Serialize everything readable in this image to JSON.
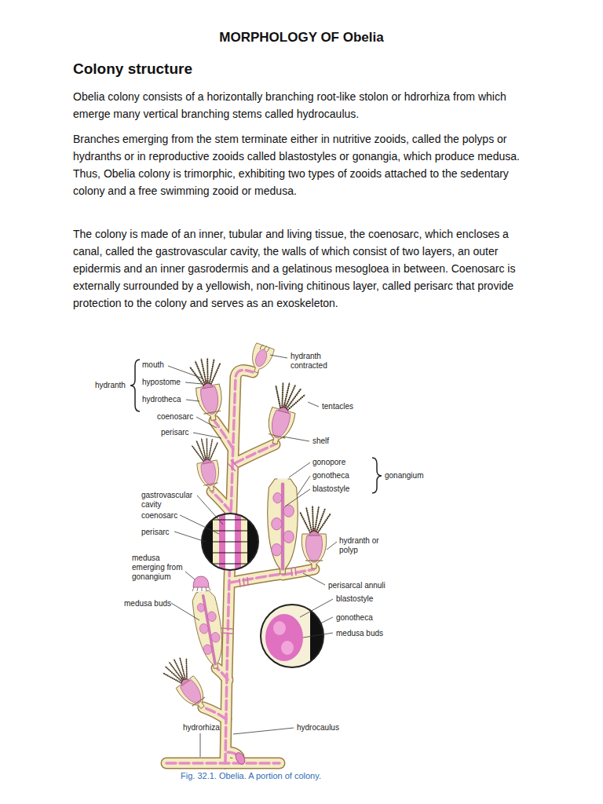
{
  "diagram": {
    "title": "MORPHOLOGY OF Obelia",
    "caption": "Fig. 32.1. Obelia. A portion of colony.",
    "labels": [
      "Colony structure",
      "Obelia colony consists of a horizontally branching root-like stolon or hdrorhiza from which emerge many vertical branching stems called hydrocaulus.",
      "Branches emerging from the stem terminate either in nutritive zooids, called the polyps or hydranths or in reproductive zooids called blastostyles or gonangia, which produce medusa. Thus, Obelia colony is trimorphic, exhibiting two types of zooids attached to the sedentary colony and a free swimming zooid or medusa.",
      "The colony is made of an inner, tubular and living tissue, the coenosarc, which encloses a canal, called the gastrovascular cavity, the walls of which consist of two layers, an outer epidermis and an inner gasrodermis and a gelatinous mesogloea in between. Coenosarc is externally surrounded by a yellowish, non-living chitinous layer, called perisarc that provide protection to the colony and serves as an exoskeleton.",
      "hydranth",
      "mouth",
      "hypostome",
      "hydrotheca",
      "hydranth contracted",
      "tentacles",
      "coenosarc",
      "perisarc",
      "shelf",
      "gonopore",
      "gonotheca",
      "blastostyle",
      "gonangium",
      "gastrovascular cavity",
      "coenosarc",
      "perisarc",
      "hydranth or polyp",
      "medusa emerging from gonangium",
      "perisarcal annuli",
      "medusa buds",
      "blastostyle",
      "gonotheca",
      "medusa buds",
      "hydrorhiza",
      "hydrocaulus"
    ]
  }
}
